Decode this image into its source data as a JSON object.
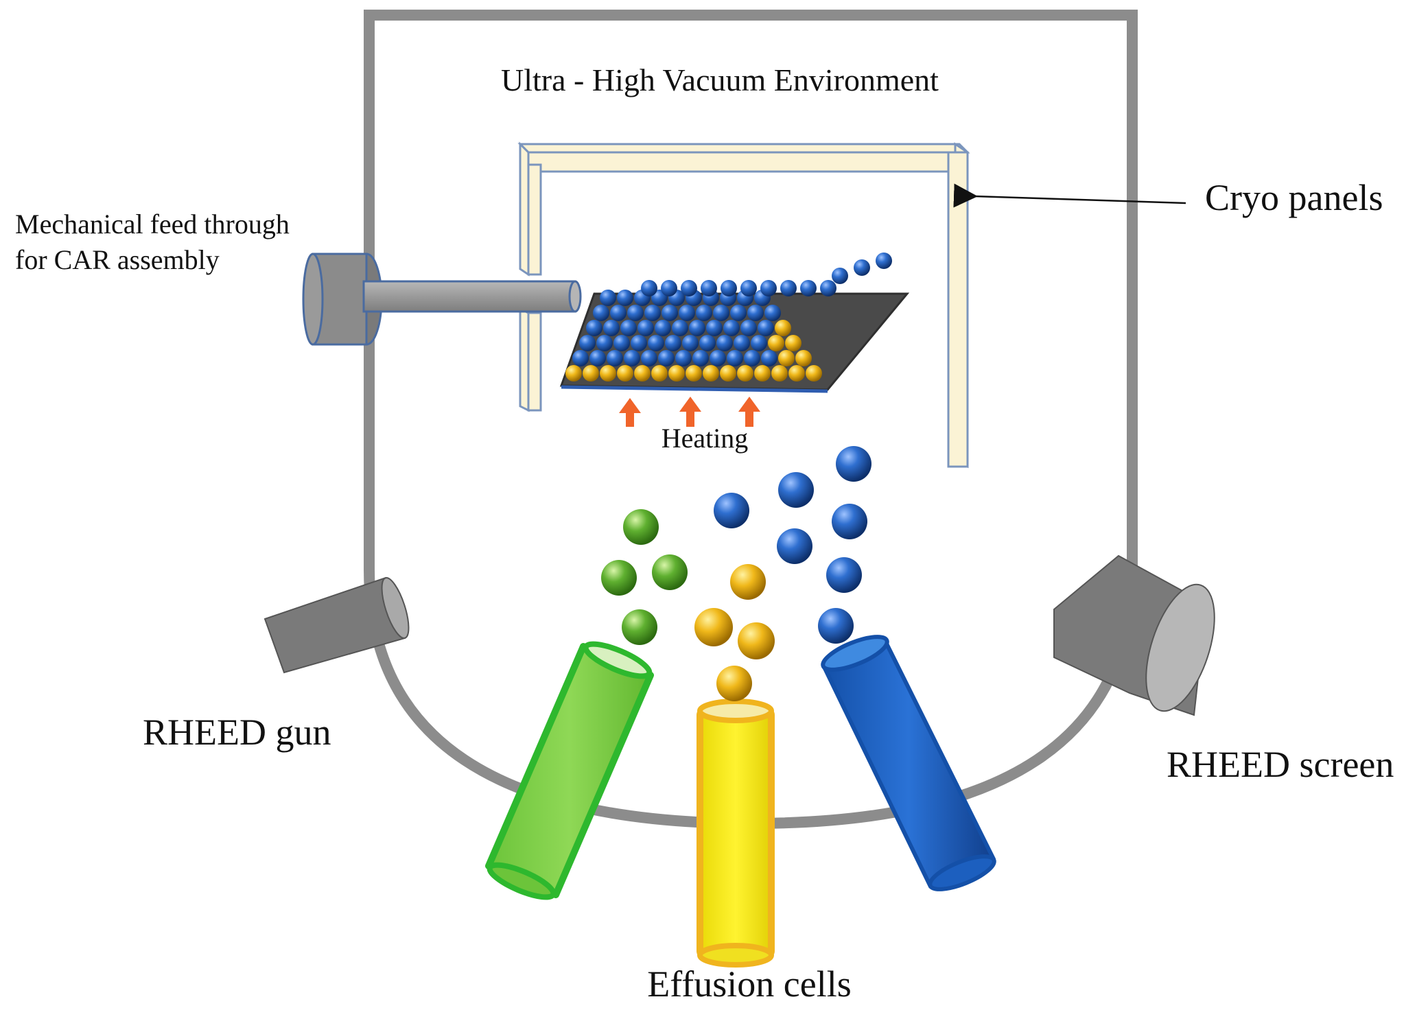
{
  "labels": {
    "environment": "Ultra - High Vacuum Environment",
    "mechanical_line1": "Mechanical feed through",
    "mechanical_line2": "for CAR assembly",
    "cryo_panels": "Cryo panels",
    "heating": "Heating",
    "rheed_gun": "RHEED gun",
    "rheed_screen": "RHEED screen",
    "effusion_cells": "Effusion cells"
  },
  "colors": {
    "chamber_wall": "#8c8c8c",
    "cryo_panel_fill": "#fbf3d5",
    "cryo_panel_stroke": "#7b95bd",
    "rod_fill": "#9d9d9d",
    "substrate": "#4a4a4a",
    "substrate_edge": "#2f5db0",
    "heating_arrow": "#f0642a",
    "gun_body": "#7a7a7a",
    "cell_green": "#7fcf4a",
    "cell_green_rim": "#2eb82e",
    "cell_yellow": "#f4e40a",
    "cell_yellow_rim": "#f0b41e",
    "cell_blue": "#1c5fbf",
    "atom_blue": "#1f55a8",
    "atom_gold": "#e7a90c",
    "atom_green": "#4f9f2a"
  }
}
